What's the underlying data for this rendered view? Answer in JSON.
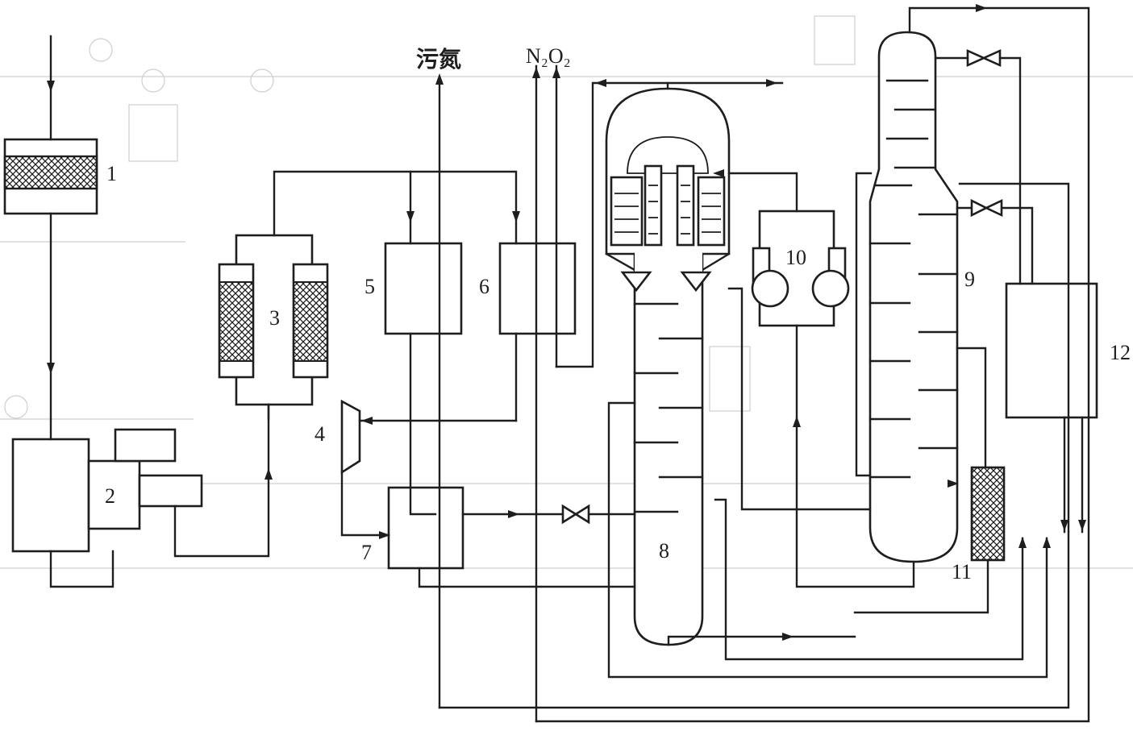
{
  "labels": {
    "u1": "1",
    "u2": "2",
    "u3": "3",
    "u4": "4",
    "u5": "5",
    "u6": "6",
    "u7": "7",
    "u8": "8",
    "u9": "9",
    "u10": "10",
    "u11": "11",
    "u12": "12"
  },
  "streams": {
    "waste_nitrogen": "污氮",
    "n2_o2": "N₂O₂"
  }
}
